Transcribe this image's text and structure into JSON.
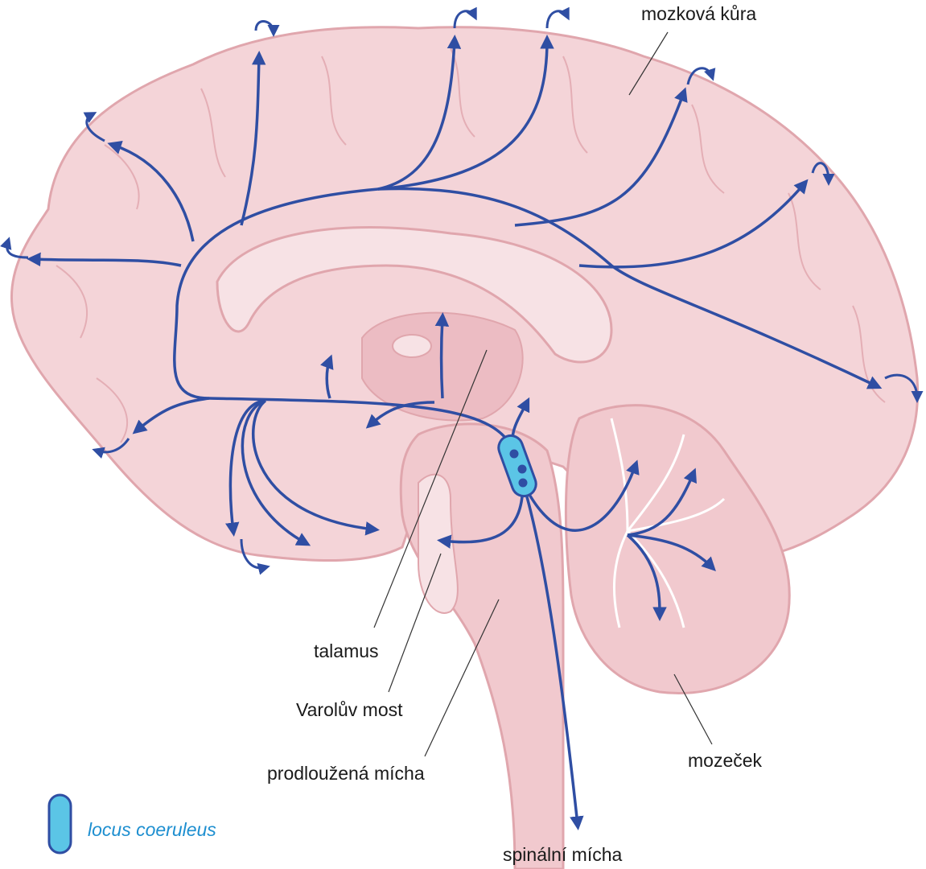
{
  "labels": {
    "cortex": "mozková kůra",
    "thalamus": "talamus",
    "pons": "Varolův most",
    "medulla": "prodloužená mícha",
    "cerebellum": "mozeček",
    "spinal_cord": "spinální mícha"
  },
  "legend": {
    "locus_coeruleus": "locus coeruleus"
  },
  "colors": {
    "brain_fill": "#f4d4d8",
    "brain_outline": "#e0a6ad",
    "brain_inner": "#ecbcc3",
    "pathway": "#2f4ea3",
    "locus_fill": "#5bc5e6",
    "legend_text": "#1e8fd0",
    "leader_line": "#333333"
  }
}
